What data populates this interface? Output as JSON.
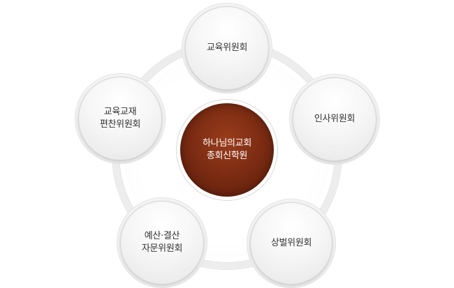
{
  "diagram": {
    "center": {
      "label": "하나님의교회\n총회신학원"
    },
    "nodes": [
      {
        "label": "교육위원회"
      },
      {
        "label": "인사위원회"
      },
      {
        "label": "상벌위원회"
      },
      {
        "label": "예산·결산\n자문위원회"
      },
      {
        "label": "교육교재\n편찬위원회"
      }
    ]
  }
}
